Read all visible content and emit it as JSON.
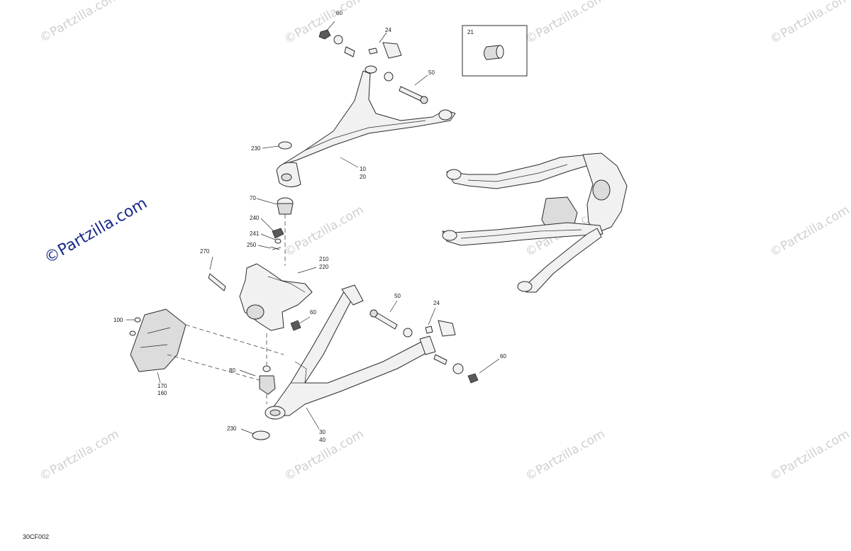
{
  "diagram": {
    "code": "30CF002",
    "watermark": "©Partzilla.com",
    "callouts": {
      "c60_top": "60",
      "c24_top": "24",
      "c50_top": "50",
      "c21": "21",
      "c230_top": "230",
      "c10": "10",
      "c20": "20",
      "c70": "70",
      "c240": "240",
      "c241": "241",
      "c250": "250",
      "c270": "270",
      "c210": "210",
      "c220": "220",
      "c60_mid": "60",
      "c100": "100",
      "c50_bot": "50",
      "c24_bot": "24",
      "c60_bot": "60",
      "c80": "80",
      "c170": "170",
      "c160": "160",
      "c230_bot": "230",
      "c30": "30",
      "c40": "40"
    }
  }
}
